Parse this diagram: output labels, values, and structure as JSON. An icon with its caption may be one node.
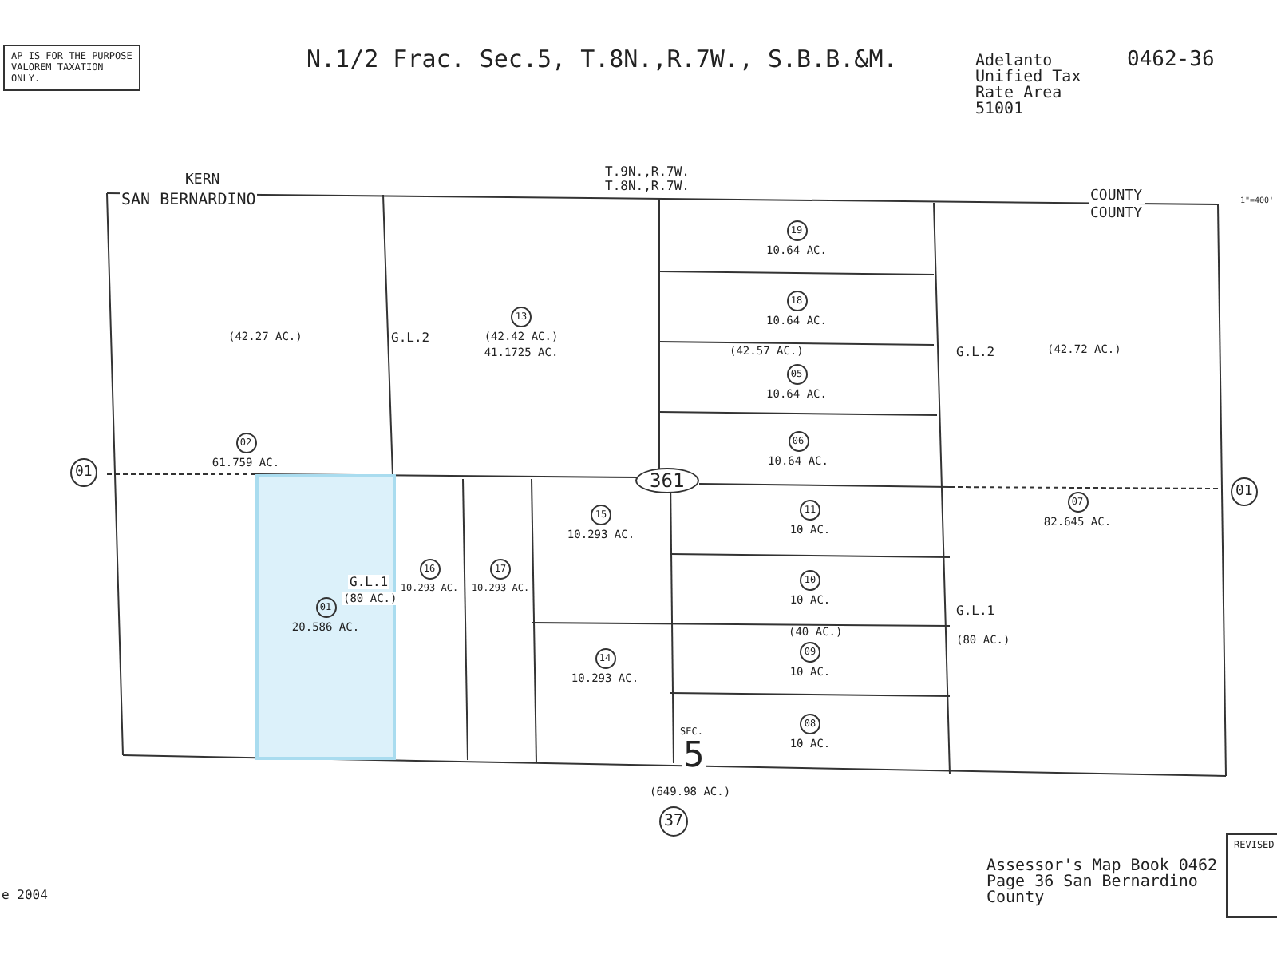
{
  "diagram": {
    "title": "N.1/2 Frac. Sec.5, T.8N.,R.7W., S.B.B.&M.",
    "nodes": [
      {
        "text": [
          "02",
          "61.759 AC."
        ]
      },
      {
        "text": [
          "01",
          "20.586 AC."
        ]
      },
      {
        "text": [
          "13",
          "(42.42 AC.)",
          "41.1725 AC."
        ]
      },
      {
        "text": [
          "19",
          "10.64 AC."
        ]
      },
      {
        "text": [
          "18",
          "10.64 AC."
        ]
      },
      {
        "text": [
          "05",
          "10.64 AC."
        ]
      },
      {
        "text": [
          "06",
          "10.64 AC."
        ]
      },
      {
        "text": [
          "07",
          "82.645 AC."
        ]
      },
      {
        "text": [
          "16",
          "10.293 AC."
        ]
      },
      {
        "text": [
          "17",
          "10.293 AC."
        ]
      },
      {
        "text": [
          "15",
          "10.293 AC."
        ]
      },
      {
        "text": [
          "14",
          "10.293 AC."
        ]
      },
      {
        "text": [
          "11",
          "10 AC."
        ]
      },
      {
        "text": [
          "10",
          "10 AC."
        ]
      },
      {
        "text": [
          "09",
          "10 AC."
        ]
      },
      {
        "text": [
          "08",
          "10 AC."
        ]
      }
    ],
    "edges": [],
    "labels": [
      "AP IS FOR THE PURPOSE VALOREM TAXATION ONLY.",
      "Adelanto Unified Tax Rate Area 51001",
      "0462-36",
      "KERN",
      "SAN BERNARDINO",
      "T.9N.,R.7W.",
      "T.8N.,R.7W.",
      "COUNTY",
      "COUNTY",
      "1\"=400'",
      "(42.27 AC.)",
      "G.L.2",
      "(42.57 AC.)",
      "G.L.2",
      "(42.72 AC.)",
      "01",
      "361",
      "01",
      "G.L.1",
      "(80 AC.)",
      "(40 AC.)",
      "G.L.1",
      "(80 AC.)",
      "SEC.",
      "5",
      "(649.98 AC.)",
      "37",
      "e 2004",
      "Assessor's Map Book 0462 Page 36 San Bernardino County",
      "REVISED"
    ]
  }
}
